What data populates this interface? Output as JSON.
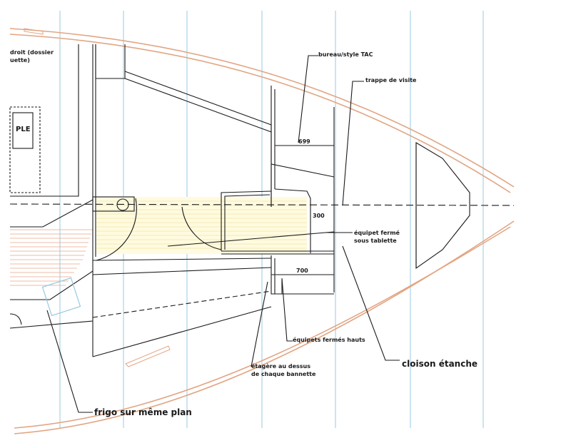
{
  "labels": {
    "top_left_line1": "droit (dossier",
    "top_left_line2": "uette)",
    "bureau": "bureau/style TAC",
    "trappe": "trappe de visite",
    "dim_699": "699",
    "dim_300": "300",
    "dim_700": "700",
    "equipet_ferme_1": "équipet fermé",
    "equipet_ferme_2": "sous tablette",
    "equipets_hauts": "équipets fermés hauts",
    "cloison": "cloison étanche",
    "etagere_1": "étagère au dessus",
    "etagere_2": "de chaque bannette",
    "frigo": "frigo sur même plan",
    "table_text": "PLE"
  },
  "colors": {
    "hull": "#e2a583",
    "ink": "#1a1a1a",
    "grid": "#a9d3e6",
    "hatch": "#e6a68a",
    "table_fill": "#fffbe0"
  }
}
